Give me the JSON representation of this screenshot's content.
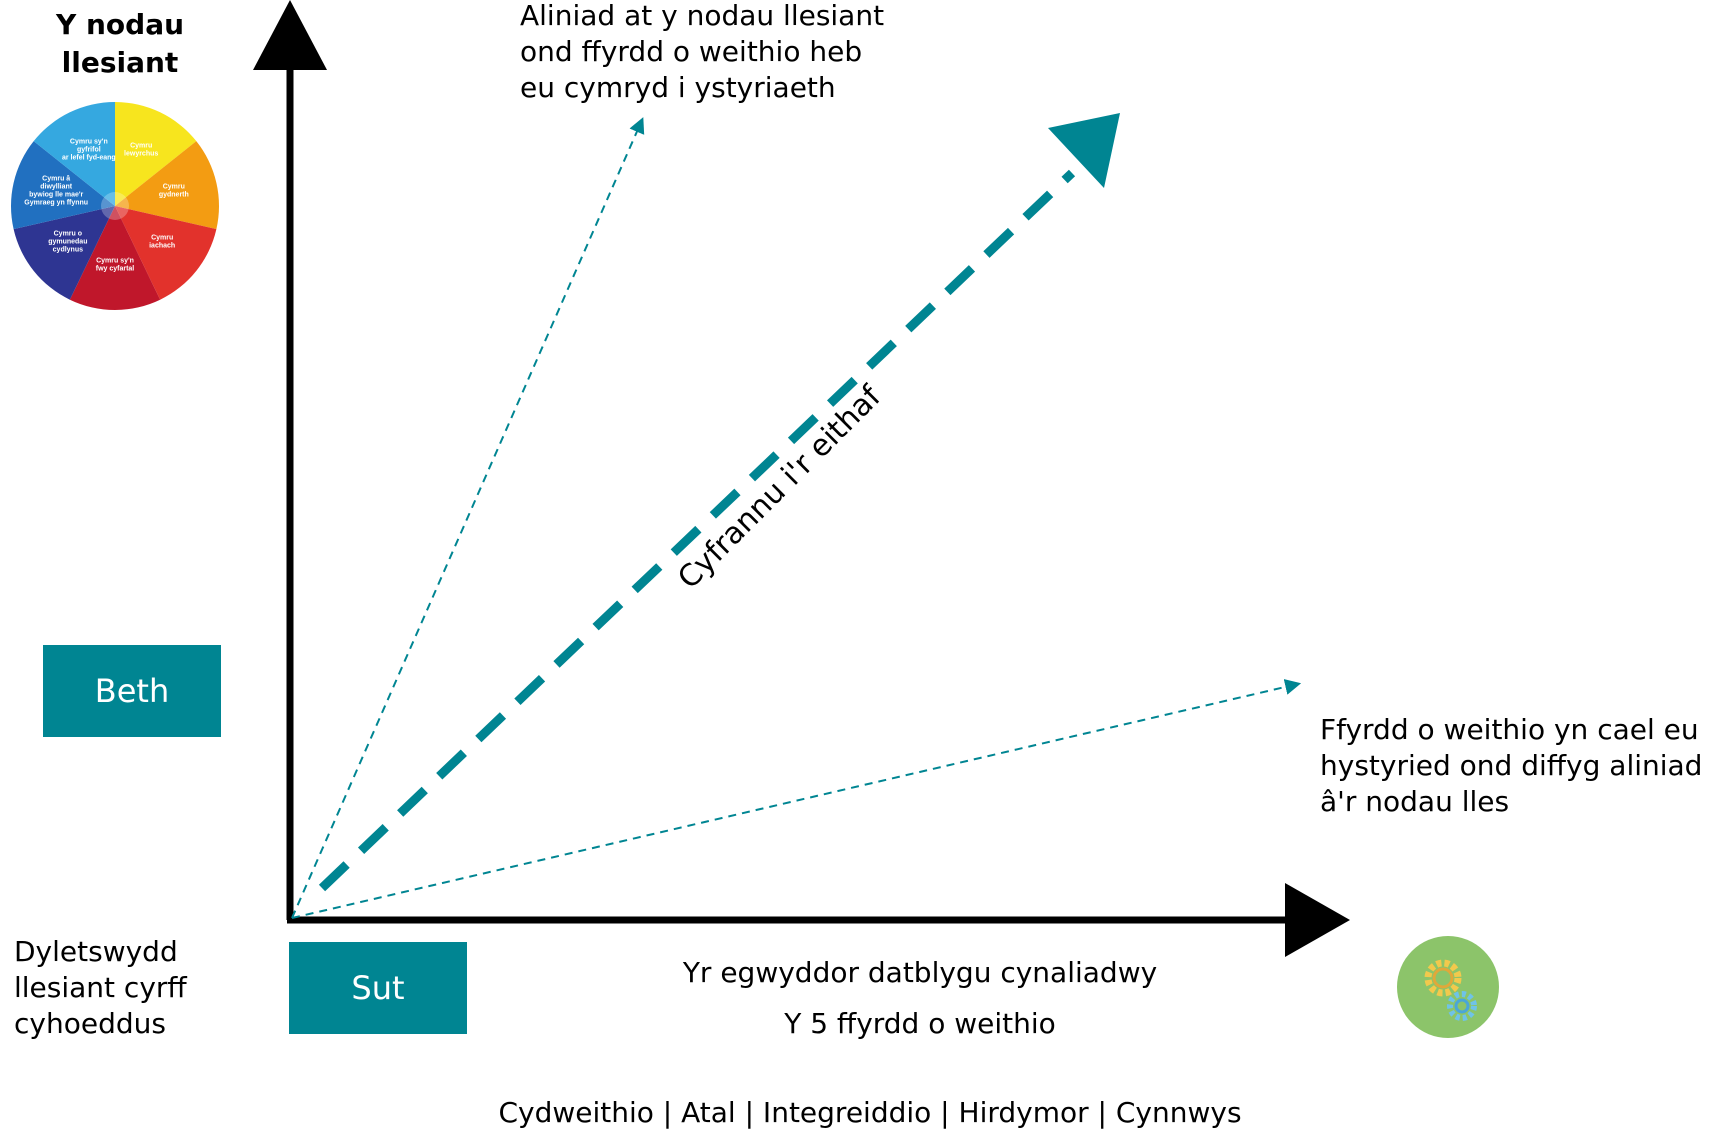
{
  "wheel": {
    "title_line1": "Y nodau",
    "title_line2": "llesiant",
    "segments": [
      {
        "label": [
          "Cymru",
          "lewyrchus"
        ],
        "color": "#f7e51e"
      },
      {
        "label": [
          "Cymru",
          "gydnerth"
        ],
        "color": "#f39c12"
      },
      {
        "label": [
          "Cymru",
          "iachach"
        ],
        "color": "#e2322c"
      },
      {
        "label": [
          "Cymru sy'n",
          "fwy cyfartal"
        ],
        "color": "#c0172b"
      },
      {
        "label": [
          "Cymru o",
          "gymunedau",
          "cydlynus"
        ],
        "color": "#2e3592"
      },
      {
        "label": [
          "Cymru â",
          "diwylliant",
          "bywiog lle mae'r",
          "Gymraeg yn ffynnu"
        ],
        "color": "#2170c0"
      },
      {
        "label": [
          "Cymru sy'n",
          "gyfrifol",
          "ar lefel fyd-eang"
        ],
        "color": "#35a8e0"
      }
    ]
  },
  "top_annotation": [
    "Aliniad at y nodau llesiant",
    "ond ffyrdd o weithio heb",
    "eu cymryd i ystyriaeth"
  ],
  "right_annotation": [
    "Ffyrdd o weithio yn cael eu",
    "hystyried ond diffyg aliniad",
    "â'r nodau lles"
  ],
  "diagonal_label": "Cyfrannu i'r eithaf",
  "box_what": "Beth",
  "box_how": "Sut",
  "left_bottom": [
    "Dyletswydd",
    "llesiant cyrff",
    "cyhoeddus"
  ],
  "x_axis_line1": "Yr egwyddor datblygu cynaliadwy",
  "x_axis_line2": "Y 5 ffyrdd o weithio",
  "methods_line": "Cydweithio | Atal | Integreiddio | Hirdymor | Cynnwys",
  "colors": {
    "teal": "#008592",
    "axis": "#000000",
    "gear_bg": "#8cc46a"
  },
  "icons": [
    "wellbeing-goals-wheel-icon",
    "gears-icon"
  ]
}
